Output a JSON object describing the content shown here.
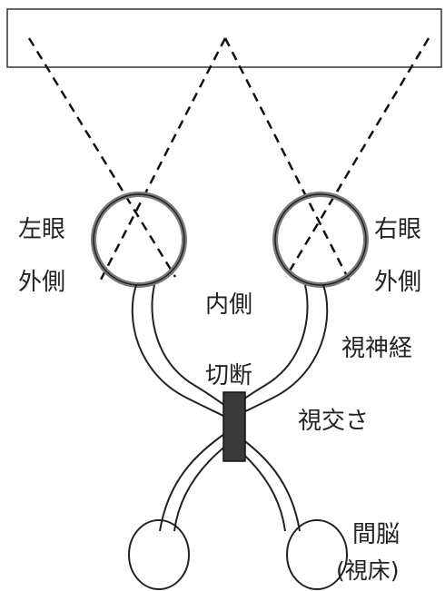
{
  "labels": {
    "left_eye": "左眼",
    "left_outer": "外側",
    "right_eye": "右眼",
    "right_outer": "外側",
    "inner": "内側",
    "optic_nerve": "視神経",
    "cut": "切断",
    "chiasm": "視交さ",
    "diencephalon": "間脳",
    "thalamus": "(視床)"
  },
  "colors": {
    "stroke": "#222222",
    "eye_ring": "#777777",
    "cut_block": "#3a3a3a"
  }
}
